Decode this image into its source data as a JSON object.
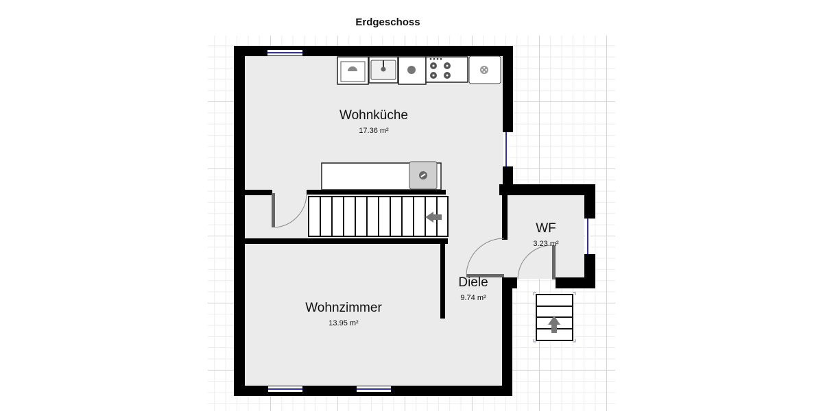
{
  "title": "Erdgeschoss",
  "rooms": [
    {
      "name": "Wohnküche",
      "area": "17.36 m²"
    },
    {
      "name": "Wohnzimmer",
      "area": "13.95 m²"
    },
    {
      "name": "Diele",
      "area": "9.74 m²"
    },
    {
      "name": "WF",
      "area": "3.23 m²"
    }
  ],
  "kitchen_fixtures": [
    "washing-machine",
    "sink",
    "dishwasher",
    "stove",
    "fridge"
  ],
  "island_fixture": "sink",
  "stairs": [
    {
      "name": "interior-staircase",
      "steps": 12,
      "direction": "left"
    },
    {
      "name": "entrance-steps",
      "steps": 4,
      "direction": "up"
    }
  ],
  "colors": {
    "wall": "#000000",
    "floor": "#ebebeb",
    "window": "#2f2fa0",
    "door": "#666666",
    "grid": "#d4d4d4"
  }
}
